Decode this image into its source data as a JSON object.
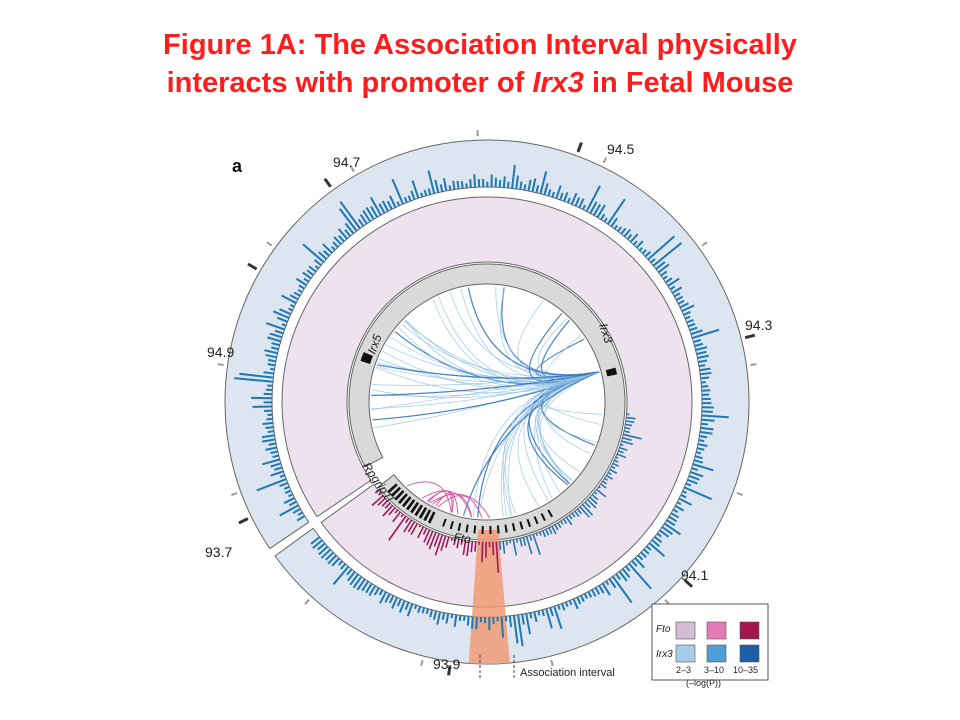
{
  "slide": {
    "title_line1": "Figure 1A: The Association Interval physically",
    "title_line2_prefix": "interacts with promoter of ",
    "title_line2_gene": "Irx3",
    "title_line2_suffix": " in Fetal Mouse"
  },
  "figure": {
    "panel_letter": "a",
    "coordinate_labels": [
      "94.7",
      "94.5",
      "94.3",
      "94.9",
      "93.7",
      "94.1",
      "93.9"
    ],
    "gene_labels": [
      "Irx5",
      "Irx3",
      "Rpgrip1l",
      "Fto"
    ],
    "association_interval_label": "Association interval",
    "colors": {
      "outer_ring": "#dde6f0",
      "middle_ring": "#efe2ef",
      "gene_ring": "#d9d9d9",
      "irx3_bars": "#1f78b4",
      "fto_bars": "#9b1b5a",
      "association_interval": "#f09a74"
    }
  },
  "legend": {
    "row_labels": [
      "Fto",
      "Irx3"
    ],
    "column_labels": [
      "2–3",
      "3–10",
      "10–35"
    ],
    "axis_label": "(–log(P))",
    "fto_colors": [
      "#d4bcd6",
      "#e37bb6",
      "#a3174f"
    ],
    "irx3_colors": [
      "#a6cde8",
      "#4f9fd6",
      "#1c5ea8"
    ]
  }
}
